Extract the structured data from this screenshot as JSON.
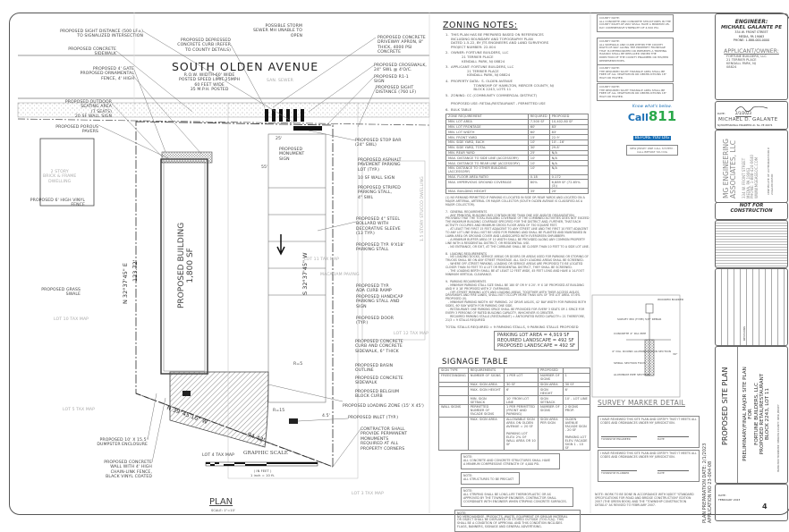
{
  "street": {
    "name": "SOUTH OLDEN AVENUE",
    "details": "R.O.W. WIDTH-60' WIDE\nPOSTED SPEED LIMIT-25MPH\n60 FEET WIDE\n35 M.P.H. POSTED",
    "san_sewer": "SAN. SEWER"
  },
  "plan_labels": [
    "PROPOSED SIGHT DISTANCE (500 LF±)\nTO SIGNALIZED INTERSECTION",
    "PROPOSED CONCRETE\nSIDEWALK",
    "PROPOSED 4' GATE\nPROPOSED ORNAMENTAL\nFENCE, 4' HIGH",
    "PROPOSED OUTDOOR\nSEATING AREA\n(7 SEATS)\n20 SF WALL SIGN",
    "PROPOSED POROUS\nPAVERS",
    "PROPOSED 6' HIGH VINYL\nFENCE",
    "PROPOSED GRASS\nSWALE",
    "PROPOSED 10' X 15.5'\nDUMPSTER ENCLOSURE",
    "PROPOSED CONCRETE\nWALL WITH 4' HIGH\nCHAIN-LINK FENCE,\nBLACK VINYL COATED",
    "PROPOSED DEPRESSED\nCONCRETE CURB (REFER\nTO COUNTY DETAILS)",
    "POSSIBLE STORM\nSEWER MH UNABLE TO\nOPEN",
    "PROPOSED CONCRETE\nDRIVEWAY APRON, 8\"\nTHICK, 4000 PSI\nCONCRETE",
    "PROPOSED CROSSWALK,\n24\" SWL @ 4'O/C.",
    "PROPOSED R1-1\nSIGN",
    "PROPOSED SIGHT\nDISTANCE (760 LF)",
    "PROPOSED STOP BAR\n(24\" SWL)",
    "PROPOSED\nMONUMENT\nSIGN",
    "PROPOSED ASPHALT\nPAVEMENT PARKING\nLOT (TYP.)",
    "10 SF WALL SIGN",
    "PROPOSED STRIPED\nPARKING STALL,\n4\" SWL",
    "PROPOSED 4\" STEEL\nBOLLARD WITH\nDECORATIVE SLEEVE\n(13 TYP.)",
    "PROPOSED TYP. 9'X18'\nPARKING STALL",
    "PROPOSED TYP.\nADA CURB RAMP",
    "PROPOSED HANDICAP\nPARKING STALL AND\nSIGN",
    "PROPOSED DOOR\n(TYP.)",
    "PROPOSED CONCRETE\nCURB AND CONCRETE\nSIDEWALK, 6\" THICK",
    "PROPOSED BASIN\nOUTLINE",
    "PROPOSED CONCRETE\nSIDEWALK",
    "PROPOSED BELGIUM\nBLOCK CURB",
    "PROPOSED LOADING ZONE (15' X 45')",
    "PROPOSED INLET (TYP.)",
    "CONTRACTOR SHALL\nPROVIDE PERMANENT\nMONUMENTS\nREQUIRED AT ALL\nPROPERTY CORNERS"
  ],
  "grey_labels": [
    "2 STORY\nBRICK & FRAME\nDWELLING",
    "LOT 10 TAX MAP",
    "LOT 5 TAX MAP",
    "LOT 11 TAX MAP",
    "LOT 12 TAX MAP",
    "LOT 3 TAX MAP",
    "MACADAM PAVING",
    "1.5 STORY STUCCO DWELLING"
  ],
  "building": {
    "label": "PROPOSED BUILDING",
    "area": "1,800 SF"
  },
  "bearings": {
    "west_line": "N 32°37'45\" E",
    "west_dist": "123.72'",
    "east_line": "S 32°37'45\" W",
    "south_line": "N 39°45'16\" W",
    "south_dist": "94.43'"
  },
  "dims": {
    "d1": "25'",
    "d2": "55'",
    "r5": "R=5",
    "r15": "R=15",
    "d45": "4.5'"
  },
  "scale": {
    "lot_label": "LOT 4 TAX MAP",
    "title": "GRAPHIC SCALE",
    "unit": "( IN FEET )\n1 inch = 10 ft."
  },
  "plan_title": {
    "title": "PLAN",
    "scale": "SCALE: 1\"=10'"
  },
  "zoning": {
    "title": "ZONING NOTES:",
    "notes": [
      "1.  THIS PLAN HAS BE PREPARED BASED ON REFERENCES\n     INCLUDING BOUNDARY AND TOPOGRAPHY PLAN\n     DATED 1-5-22, BY JTS ENGINEERS AND LAND SURVEYORS\n     PROJECT NUMBER: 22-004",
      "2.  OWNER: FORTUNE BUILDERS, LLC\n               21 TERRIER PLACE\n               KENDALL PARK, NJ 08824",
      "3.  APPLICANT: FORTUNE BUILDERS, LLC\n                    21 TERRIER PLACE\n                    KENDALL PARK, NJ 08824",
      "4.  PROPERTY DATA:  S. OLDEN AVENUE\n                          TOWNSHIP OF HAMILTON, MERCER COUNTY, NJ\n                          BLOCK 2243, LOTS 11",
      "5.  ZONING: CC (COMMUNITY COMMERCIAL DISTRICT)\n\n     PROPOSED USE: RETAIL/RESTAURANT - PERMITTED USE",
      "6.  BULK TABLE"
    ],
    "bulk_headers": [
      "ZONE REQUIREMENT",
      "REQUIRED",
      "PROPOSED"
    ],
    "bulk_rows": [
      [
        "MIN. LOT AREA",
        "7,500 SF",
        "10,402.80 SF"
      ],
      [
        "MIN. LOT FRONTAGE",
        "60'",
        "83'"
      ],
      [
        "MIN. LOT WIDTH",
        "60'",
        "83'"
      ],
      [
        "MIN. FRONT YARD",
        "15'",
        "22.9'"
      ],
      [
        "MIN. SIDE YARD, EACH",
        "10'",
        "10'...16'"
      ],
      [
        "MIN. SIDE YARD, TOTAL",
        "30'",
        "29.8'"
      ],
      [
        "MIN. REAR YARD",
        "25'",
        "N/A"
      ],
      [
        "MAX. DISTANCE TO SIDE LINE (ACCESSORY)",
        "10'",
        "N/A"
      ],
      [
        "MAX. DISTANCE TO REAR LINE (ACCESSORY)",
        "10'",
        "N/A"
      ],
      [
        "MIN. DISTANCE TO OTHER BUILDING (ACCESSORY)",
        "10'",
        "N/A"
      ],
      [
        "MAX. FLOOR AREA RATIO",
        "0.18",
        "0.172"
      ],
      [
        "MAX. IMPERVIOUS GROUND COVERAGE",
        "80%",
        "6,889 SF (72.65% (3))"
      ],
      [
        "MAX. BUILDING HEIGHT",
        "35'",
        "20'"
      ]
    ],
    "body": "(1) NO REMAND PERMITTED IF PARKING IS LOCATED IN SIDE OR REAR YARDS AND LOCATED ON A MAJOR ARTERIAL, ARTERIAL OR MAJOR COLLECTOR (SOUTH OLDEN AVENUE IS CLASSIFIED AS A MAJOR COLLECTOR).\n\n7.  GENERAL REQUIREMENTS\n   - ANY PRINCIPAL BUILDING MAY CONTAIN MORE THAN ONE USE AND/OR ORGANIZATION, PROVIDED THAT THE TOTAL BUILDING COVERAGE OF THE COMBINED ACTIVITIES DOES NOT EXCEED THE MAXIMUM BUILDING COVERAGE SPECIFIED FOR THE DISTRICT AND, FURTHER, THAT EACH ACTIVITY OCCUPIES AND MINIMUM GROSS FLOOR AREA OF 750 SQUARE FEET.\n   - AT LEAST THE FIRST 15 FEET ADJACENT TO ANY STREET LINE AND THE FIRST 10 FEET ADJACENT TO ANY LOT LINE SHALL NOT BE USED FOR PARKING AND SHALL BE PLANTED AND MAINTAINED IN LAWN AREA OR GROUND COVER AND LANDSCAPED WITH EVERGREEN SHRUBBERY.\n   - A MINIMUM BUFFER AREA OF 10 WIDTH SHALL BE PROVIDED ALONG ANY COMMON PROPERTY LINE WITH A RESIDENTIAL DISTRICT, OR RESIDENTIAL USE.\n   - NO ENTRANCE, OR EXIT, AT THE CURBLINE SHALL BE CLOSER THAN 10 FEET TO A SIDE LOT LINE.\n\n8.  LOADING REQUIREMENTS\n   - NO LOADING DOCKS, SERVICE AREAS OR DOORS OR AREAS USED FOR PARKING OR STORING OF TRUCKS SHALL BE ON ANY STREET FRONTAGE. ALL SUCH LOADING AREAS SHALL BE SCREENED.\n   - WHERE OFF-STREET PARKING, LOADING OR SERVICE AREAS ARE PROPOSED TO BE LOCATED CLOSER THAN 50 FEET TO A LOT OR RESIDENTIAL DISTRICT, THEY SHALL BE SCREENED.\n   - THE LOADING BERTH SHALL BE AT LEAST 12 FEET WIDE, 45 FEET LONG AND HAVE A 14-FOOT MINIMUM VERTICAL CLEARANCE.\n\n9.  PARKING REQUIREMENTS\n   - MINIMUM PARKING STALL SIZE SHALL BE 180 SF OR 9' X 20'. 9' X 18' PROPOSED AT BUILDING AND 9' X 18' PROPOSED WITH 2' OVERHANG.\n   - OFF-STREET PARKING LOTS AND LOADING AREAS, TOGETHER WITH THEIR ACCESS AISLES, DRIVEWAYS AND FIRE LANES, SHALL NOT OCCUPY MORE THAN 40% OF THE LOT AREA. 47.6% PROPOSED (V).\n   - MINIMUM PARKING WIDTH: 60' PARKING. 24' DRIVE AISLES, 42' BAY WIDTH FOR PARKING BOTH SIDES, 60' BAY WIDTH FOR PARKING ONE SIDE.\n   - RESTAURANT: ONE PARKING SPACE SHALL BE PROVIDED FOR EVERY 3 SEATS OR 1 SPACE FOR EVERY 3 PERSONS OF RATED BUILDING CAPACITY, WHICHEVER IS GREATER.\n     REQUIRED PARKING STALLS (RESTAURANT) = ANTICIPATED RATED CAPACITY= 21 THEREFORE, 21/3 = 9 STALLS REQUIRED",
    "total_stalls": "TOTAL STALLS REQUIRED = 9 PARKING STALLS, 9 PARKING STALLS PROPOSED",
    "areas": [
      "PARKING LOT AREA = 4,919 SF",
      "REQUIRED LANDSCAPE = 492 SF",
      "PROPOSED LANDSCAPE = 492 SF"
    ]
  },
  "signage": {
    "title": "SIGNAGE TABLE",
    "headers": [
      "SIGN TYPE",
      "REQUIREMENTS",
      "",
      "PROPOSED",
      ""
    ],
    "rows": [
      [
        "FREESTANDING",
        "NUMBER OF SIGNS",
        "1 PER LOT",
        "NUMBER OF SIGNS",
        "1"
      ],
      [
        "",
        "MAX. SIGN AREA",
        "30 SF",
        "SIGN AREA",
        "30 SF"
      ],
      [
        "",
        "MAX. SIGN HEIGHT",
        "6'",
        "SIGN HEIGHT",
        "6'"
      ],
      [
        "",
        "MIN. SIGN SETBACK",
        "10' FROM LOT LINE",
        "SIGN SETBACK",
        "10' - LOT LINE"
      ],
      [
        "WALL SIGNS",
        "PERMITTED NUMBER OF FACADE SIGNS",
        "1 PER PERMITTED (FRONT AND PARKING)",
        "NUMBER OF SIGNS",
        "2 SIGNS PROP."
      ],
      [
        "",
        "MAX. SIGN AREA",
        "ALLOWABLE SIGN AREA ON OLDEN AVENUE = 20 SF\n\nPARKING LOT ELEV. 2% OF WALL AREA OR 10 SF",
        "SIGN AREA PER SIGN",
        "OLDEN AVENUE FACADE SIGN - 20 SF\n\nPARKING LOT ELEV. FACADE SIGN 1 - 10 SF"
      ]
    ],
    "notes": [
      "NOTE:\nALL CONCRETE AND CONCRETE STRUCTURES SHALL HAVE\nA MINIMUM COMPRESSIVE STRENGTH OF 4,000 PSI.",
      "NOTE:\nALL STRUCTURES TO BE PRECAST",
      "NOTE:\nALL STRIPING SHALL BE LONG-LIFE THERMOPLASTIC OR AS\nAPPROVED BY THE TOWNSHIP ENGINEER. CONTRACTOR SHALL\nCOORDINATE WITH ENGINEER WHEN STRIPING CONCRETE SURFACES.",
      "NOTE:\nNO MERCHANDISE, PRODUCTS, WASTE, EQUIPMENT OR SIMILAR MATERIAL\nOR OBJECT SHALL BE DISPLAYED OR STORED OUTSIDE (TOO-F(A)). THIS\nSHALL BE A CONDITION OF APPROVAL AND THIS CONDITION INCLUDES\nFLAGS, BANNERS, SIGNAGE AND GENERAL ADVERTISING."
    ]
  },
  "county_notes": [
    "COUNTY NOTE:\nALL CONCRETE AND CONCRETE STRUCTURES IN THE COUNTY RIGHT-OF-WAY SHALL HAVE A MINIMUM 28-DAY COMPRESSIVE STRENGTH OF 4,500 PSI.",
    "COUNTY NOTE:\nALL SIDEWALK AND CURB WITHIN THE COUNTY RIGHT-OF-WAY ALONG THE PROPERTY FRONTAGE THAT IS DETERIORATED OR PRESENTS A TRIPPING HAZARD SHALL BE REPLACED UNDER THE DIRECTION OF THE COUNTY ENGINEER OR HIS/HER REPRESENTATIVES.",
    "COUNTY NOTE:\nTHE REQUIRED SIGHT TRIANGLE AREA SHALL BE FREE OF ALL VEGETATION OR OBSTRUCTIONS 18\" HIGH OR HIGHER.",
    "COUNTY NOTE:\nTHE REQUIRED SIGHT TRIANGLE AREA SHALL BE FREE OF ALL VEGETATION OR OBSTRUCTIONS 18\" HIGH OR HIGHER."
  ],
  "call811": {
    "top": "Know what's below.",
    "big": "Call",
    "num": "811",
    "bottom": "BEFORE YOU DIG",
    "note": "NEW JERSEY ONE CALL SYSTEM - CALL BEFORE YOU DIG"
  },
  "survey_marker": {
    "title": "SURVEY MARKER DETAIL",
    "labels": [
      "WOODEN MARKER",
      "SURVEY PIN (TYPE) 5/8\" REBAR",
      "CONCRETE 4\" DIA PIPE",
      "30\"",
      "4\" DIA. ROUND ALUMINUM IRON SECTION",
      "SPIRAL SECTION FOOT",
      "ALUMINUM PIPE SECTION"
    ]
  },
  "approvals": [
    {
      "text": "I HAVE REVIEWED THIS SITE PLAN AND CERTIFY THAT IT MEETS ALL CODES AND ORDINANCES UNDER MY JURISDICTION.",
      "signer": "TOWNSHIP ENGINEER",
      "date": "DATE"
    },
    {
      "text": "I HAVE REVIEWED THIS SITE PLAN AND CERTIFY THAT IT MEETS ALL CODES AND ORDINANCES UNDER MY JURISDICTION.",
      "signer": "TOWNSHIP PLANNER",
      "date": "DATE"
    }
  ],
  "bottom_note": "NOTE: WORK TO BE DONE IN ACCORDANCE WITH NJDOT \"STANDARD SPECIFICATIONS FOR ROAD AND BRIDGE CONSTRUCTION\" EDITION 2007 (THE GREEN BOOK) AND THE \"TOWNSHIP CONSTRUCTION DETAILS\" AS REVISED TO FEBRUARY 2007.",
  "plan_date": "PLAN PREPARATION DATE: 2/1/2023\nAPPLICATION NO 23-004-08",
  "title_block": {
    "engineer_label": "ENGINEER:",
    "engineer_name": "MICHAEL GALANTE PE",
    "engineer_addr": "334 W. FRONT STREET\nMEDIA, PA 19063\nPHONE: 1-888-000-0000",
    "applicant_label": "APPLICANT/OWNER:",
    "applicant_addr": "FORTUNE BUILDERS, LLC\n21 TERRIER PLACE\nKENDALL PARK, NJ\n08824",
    "seal_date_label": "DATE:",
    "seal_date": "2/1/2023",
    "seal_name": "MICHAEL D. GALANTE",
    "seal_license": "NJ PROFESSIONAL ENGINEER LIC. No. PE 46374",
    "company": "MG ENGINEERING\nASSOCIATES, LLC",
    "company_addr": "334 W. FRONT STREET\nMEDIA, PA 19063\nPHONE: 1-888-424-0640\nWWW.MGEASSOC.COM",
    "certificate": "CERTIFICATE OF AUTHORIZATION #\n24GA28196500",
    "nfc": "NOT FOR\nCONSTRUCTION",
    "sheet_title": "PROPOSED SITE PLAN",
    "project": "PRELIMINARY/FINAL MAJOR SITE PLAN\nFOR\nFORTUNE BUILDERS, LLC\nPROPOSED RETAIL/RESTAURANT\nBLOCK 2243, LOT 11",
    "location": "HAMILTON TOWNSHIP, MERCER COUNTY, NEW JERSEY",
    "revisions_label": "REVISIONS",
    "date_label": "DATE:",
    "date": "FEBRUARY 2023",
    "sheet_no": "4"
  }
}
